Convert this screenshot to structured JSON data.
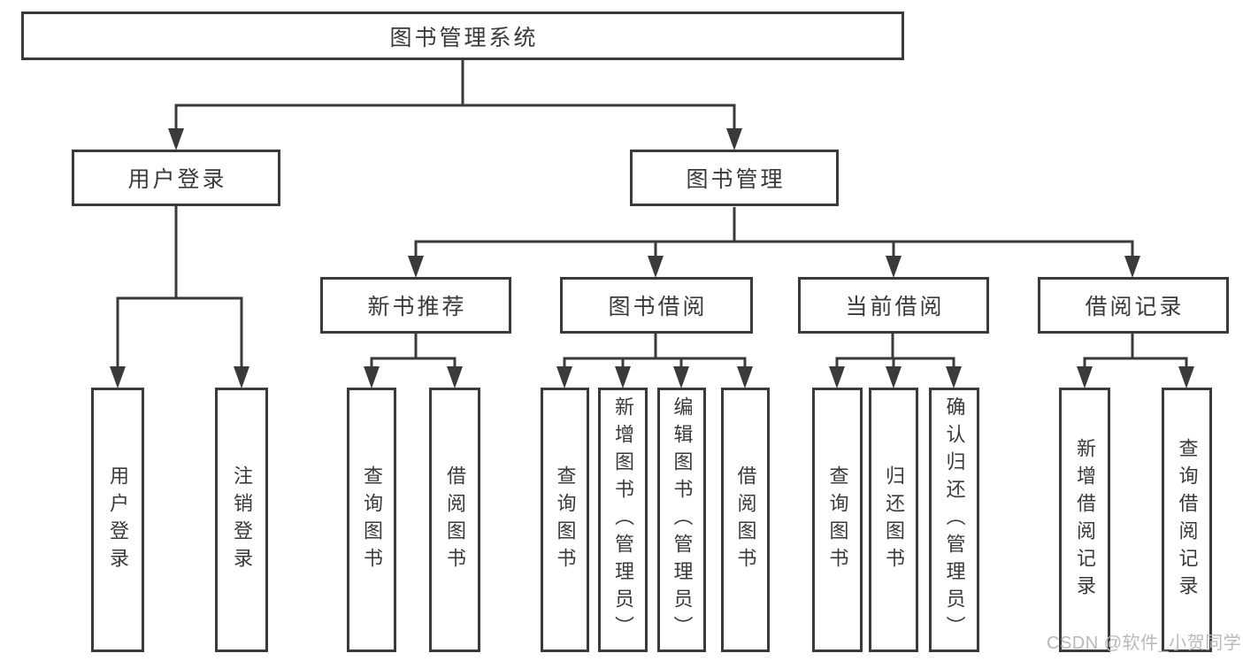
{
  "diagram_title": "图书管理系统",
  "tree": {
    "root": {
      "label": "图书管理系统"
    },
    "branches": [
      {
        "label": "用户登录",
        "leaves": [
          "用户登录",
          "注销登录"
        ]
      },
      {
        "label": "图书管理",
        "sections": [
          {
            "label": "新书推荐",
            "leaves": [
              "查询图书",
              "借阅图书"
            ]
          },
          {
            "label": "图书借阅",
            "leaves": [
              "查询图书",
              "新增图书（管理员）",
              "编辑图书（管理员）",
              "借阅图书"
            ]
          },
          {
            "label": "当前借阅",
            "leaves": [
              "查询图书",
              "归还图书",
              "确认归还（管理员）"
            ]
          },
          {
            "label": "借阅记录",
            "leaves": [
              "新增借阅记录",
              "查询借阅记录"
            ]
          }
        ]
      }
    ]
  },
  "watermark": "CSDN @软件_小贺同学",
  "colors": {
    "background": "#ffffff",
    "box_border": "#3a3a3a",
    "connector_line": "#3a3a3a",
    "text": "#3a3a3a",
    "watermark_text": "#b9b9b9"
  }
}
